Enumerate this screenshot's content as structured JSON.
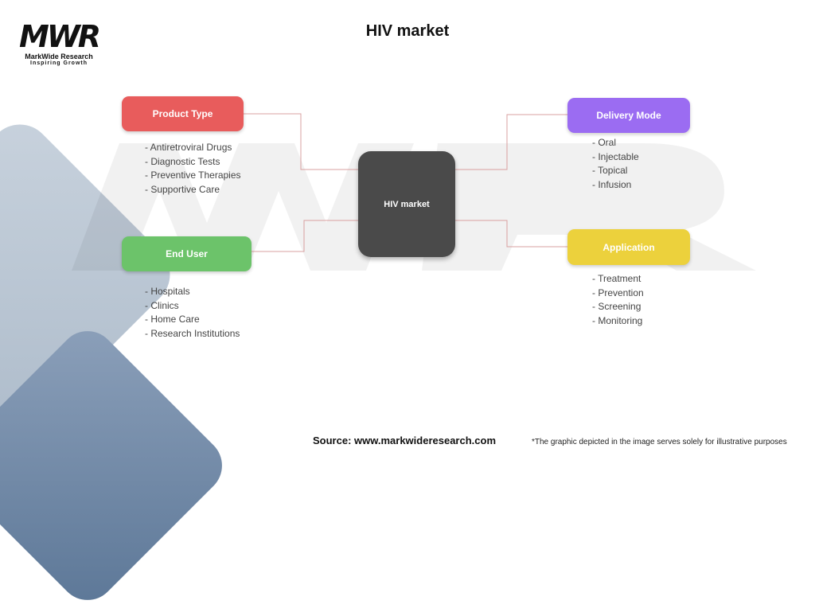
{
  "logo": {
    "mark": "MWR",
    "name": "MarkWide Research",
    "tagline": "Inspiring Growth"
  },
  "title": "HIV market",
  "center": {
    "label": "HIV market",
    "color": "#4a4a4a"
  },
  "segments": [
    {
      "label": "Product Type",
      "color": "#e85c5c",
      "items": [
        "- Antiretroviral Drugs",
        "- Diagnostic Tests",
        "- Preventive Therapies",
        "- Supportive Care"
      ]
    },
    {
      "label": "End User",
      "color": "#6cc36a",
      "items": [
        "- Hospitals",
        "- Clinics",
        "- Home Care",
        "- Research Institutions"
      ]
    },
    {
      "label": "Delivery Mode",
      "color": "#9b6cf2",
      "items": [
        "- Oral",
        "- Injectable",
        "- Topical",
        "- Infusion"
      ]
    },
    {
      "label": "Application",
      "color": "#ecd13c",
      "items": [
        "- Treatment",
        "- Prevention",
        "- Screening",
        "- Monitoring"
      ]
    }
  ],
  "footer": {
    "source": "Source: www.markwideresearch.com",
    "disclaimer": "*The graphic depicted in the image serves solely for illustrative purposes"
  }
}
